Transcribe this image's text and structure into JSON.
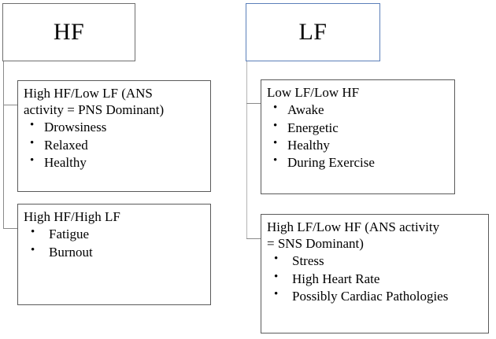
{
  "diagram": {
    "title_hf": "HF",
    "title_lf": "LF",
    "accent_selected": "#5b7fb9",
    "border_color": "#5a5a5a",
    "connector_color": "#8a8a8a"
  },
  "columns": [
    {
      "header": "HF",
      "selected": false,
      "boxes": [
        {
          "title": "High HF/Low LF (ANS\nactivity = PNS Dominant)",
          "items": [
            "Drowsiness",
            "Relaxed",
            "Healthy"
          ]
        },
        {
          "title": "High HF/High LF",
          "items": [
            "Fatigue",
            "Burnout"
          ]
        }
      ]
    },
    {
      "header": "LF",
      "selected": true,
      "boxes": [
        {
          "title": "Low LF/Low HF",
          "items": [
            "Awake",
            "Energetic",
            "Healthy",
            "During Exercise"
          ]
        },
        {
          "title": "High LF/Low HF (ANS activity\n= SNS Dominant)",
          "items": [
            "Stress",
            "High Heart Rate",
            "Possibly Cardiac Pathologies"
          ]
        }
      ]
    }
  ]
}
